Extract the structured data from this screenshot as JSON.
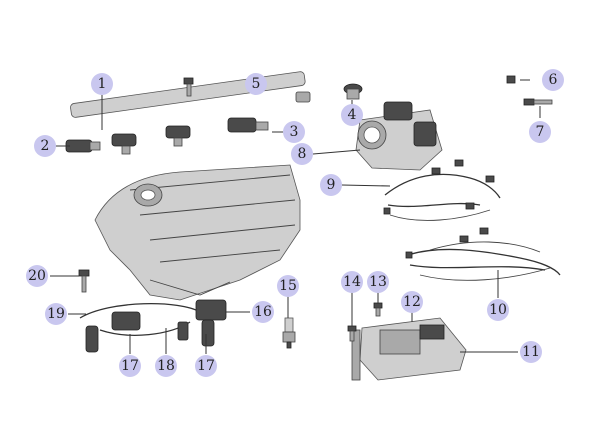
{
  "callouts": [
    {
      "id": "callout-1",
      "label": "1"
    },
    {
      "id": "callout-2",
      "label": "2"
    },
    {
      "id": "callout-3",
      "label": "3"
    },
    {
      "id": "callout-4",
      "label": "4"
    },
    {
      "id": "callout-5",
      "label": "5"
    },
    {
      "id": "callout-6",
      "label": "6"
    },
    {
      "id": "callout-7",
      "label": "7"
    },
    {
      "id": "callout-8",
      "label": "8"
    },
    {
      "id": "callout-9",
      "label": "9"
    },
    {
      "id": "callout-10",
      "label": "10"
    },
    {
      "id": "callout-11",
      "label": "11"
    },
    {
      "id": "callout-12",
      "label": "12"
    },
    {
      "id": "callout-13",
      "label": "13"
    },
    {
      "id": "callout-14",
      "label": "14"
    },
    {
      "id": "callout-15",
      "label": "15"
    },
    {
      "id": "callout-16",
      "label": "16"
    },
    {
      "id": "callout-17a",
      "label": "17"
    },
    {
      "id": "callout-17b",
      "label": "17"
    },
    {
      "id": "callout-18",
      "label": "18"
    },
    {
      "id": "callout-19",
      "label": "19"
    },
    {
      "id": "callout-20",
      "label": "20"
    }
  ],
  "colors": {
    "callout_fill": "#c9c7ef",
    "callout_text": "#222222",
    "leader_line": "#333333"
  }
}
